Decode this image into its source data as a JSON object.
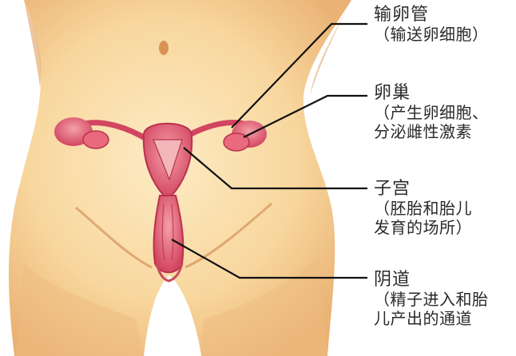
{
  "labels": {
    "oviduct": {
      "title": "输卵管",
      "lines": [
        "（输送卵细胞）"
      ]
    },
    "ovary": {
      "title": "卵巢",
      "lines": [
        "（产生卵细胞、",
        "分泌雌性激素"
      ]
    },
    "uterus": {
      "title": "子宫",
      "lines": [
        "（胚胎和胎儿",
        "发育的场所）"
      ]
    },
    "vagina": {
      "title": "阴道",
      "lines": [
        "（精子进入和胎",
        "儿产出的通道"
      ]
    }
  },
  "colors": {
    "skin_light": "#fbe3b2",
    "skin_mid": "#f4c98c",
    "skin_shadow": "#e2a566",
    "organ": "#e0576c",
    "organ_dark": "#b8324a",
    "leader_line": "#111111"
  }
}
